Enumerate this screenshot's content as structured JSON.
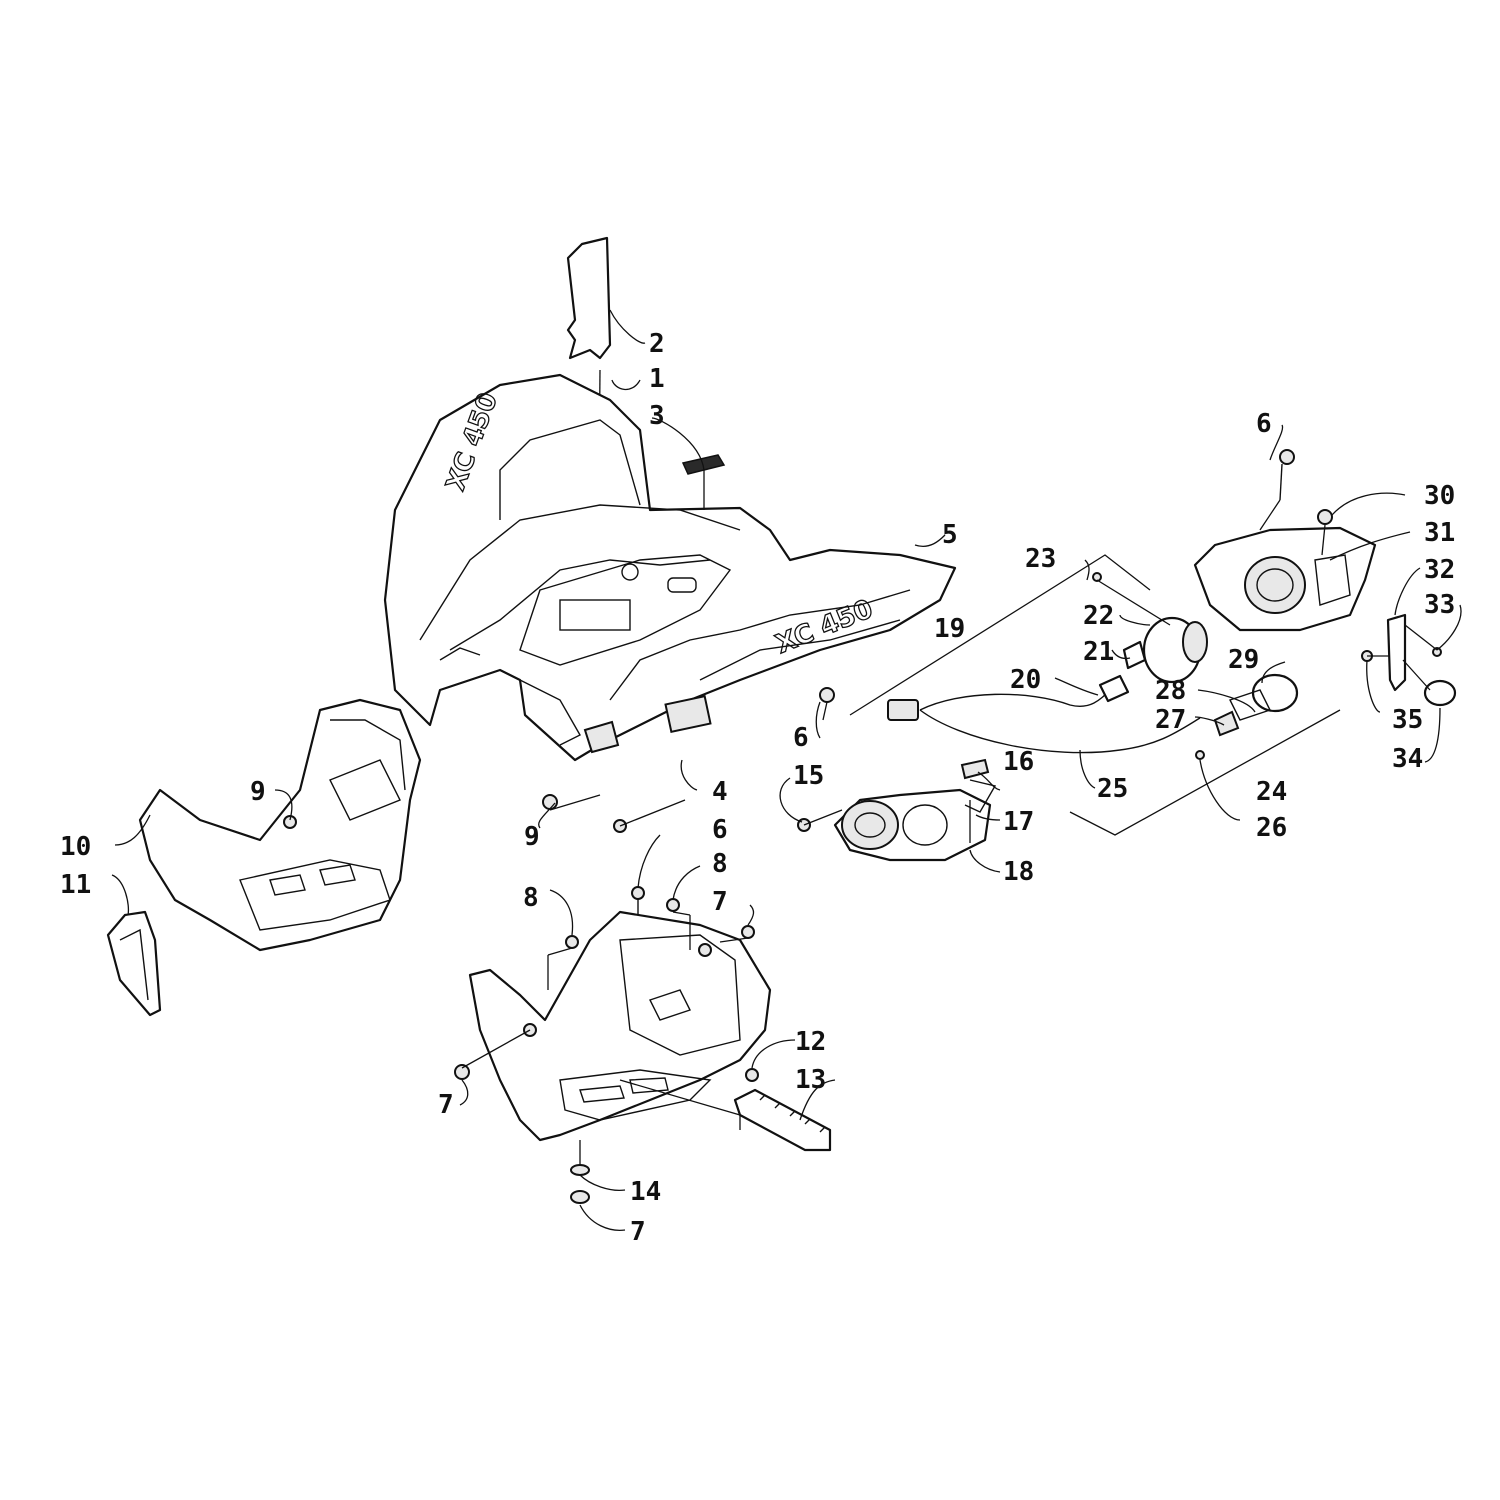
{
  "diagram": {
    "emblems": {
      "fender_text": "XC 450",
      "hood_text": "XC 450"
    },
    "callouts": [
      {
        "id": "c2a",
        "label": "2"
      },
      {
        "id": "c1",
        "label": "1"
      },
      {
        "id": "c3",
        "label": "3"
      },
      {
        "id": "c5",
        "label": "5"
      },
      {
        "id": "c6a",
        "label": "6"
      },
      {
        "id": "c30",
        "label": "30"
      },
      {
        "id": "c31",
        "label": "31"
      },
      {
        "id": "c23",
        "label": "23"
      },
      {
        "id": "c32",
        "label": "32"
      },
      {
        "id": "c33",
        "label": "33"
      },
      {
        "id": "c22",
        "label": "22"
      },
      {
        "id": "c19",
        "label": "19"
      },
      {
        "id": "c21",
        "label": "21"
      },
      {
        "id": "c20",
        "label": "20"
      },
      {
        "id": "c29",
        "label": "29"
      },
      {
        "id": "c28",
        "label": "28"
      },
      {
        "id": "c27",
        "label": "27"
      },
      {
        "id": "c35",
        "label": "35"
      },
      {
        "id": "c34",
        "label": "34"
      },
      {
        "id": "c6b",
        "label": "6"
      },
      {
        "id": "c16",
        "label": "16"
      },
      {
        "id": "c15",
        "label": "15"
      },
      {
        "id": "c25",
        "label": "25"
      },
      {
        "id": "c24",
        "label": "24"
      },
      {
        "id": "c4",
        "label": "4"
      },
      {
        "id": "c9a",
        "label": "9"
      },
      {
        "id": "c17",
        "label": "17"
      },
      {
        "id": "c26",
        "label": "26"
      },
      {
        "id": "c9b",
        "label": "9"
      },
      {
        "id": "c10",
        "label": "10"
      },
      {
        "id": "c6c",
        "label": "6"
      },
      {
        "id": "c18",
        "label": "18"
      },
      {
        "id": "c11",
        "label": "11"
      },
      {
        "id": "c8a",
        "label": "8"
      },
      {
        "id": "c8b",
        "label": "8"
      },
      {
        "id": "c7a",
        "label": "7"
      },
      {
        "id": "c12",
        "label": "12"
      },
      {
        "id": "c13",
        "label": "13"
      },
      {
        "id": "c7b",
        "label": "7"
      },
      {
        "id": "c14",
        "label": "14"
      },
      {
        "id": "c7c",
        "label": "7"
      }
    ]
  }
}
